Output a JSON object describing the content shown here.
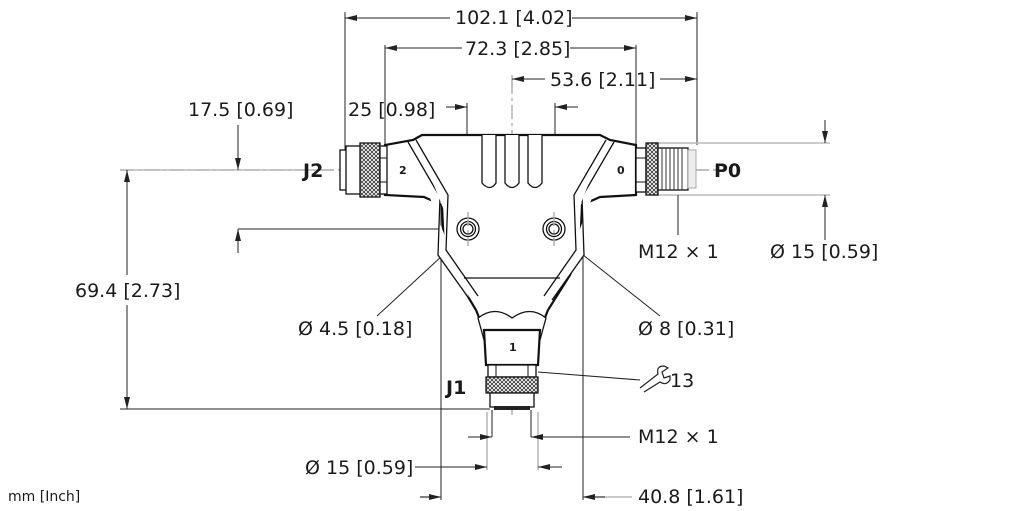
{
  "drawing": {
    "units_note": "mm [Inch]",
    "ports": {
      "left": "J2",
      "right": "P0",
      "bottom": "J1",
      "left_num": "2",
      "right_num": "0",
      "bottom_num": "1"
    },
    "dimensions": {
      "overall_width": "102.1 [4.02]",
      "mid_width": "72.3 [2.85]",
      "right_offset": "53.6 [2.11]",
      "hole_spacing": "25 [0.98]",
      "hole_offset_v": "17.5 [0.69]",
      "overall_height": "69.4 [2.73]",
      "small_hole": "Ø 4.5 [0.18]",
      "large_hole": "Ø 8 [0.31]",
      "right_thread": "M12 × 1",
      "right_diameter": "Ø 15 [0.59]",
      "wrench_size": "13",
      "bottom_thread": "M12 × 1",
      "bottom_diameter": "Ø 15 [0.59]",
      "body_depth": "40.8 [1.61]"
    },
    "colors": {
      "line": "#222222",
      "extension_line": "#bbbbbb",
      "text": "#1a1a1a"
    }
  }
}
